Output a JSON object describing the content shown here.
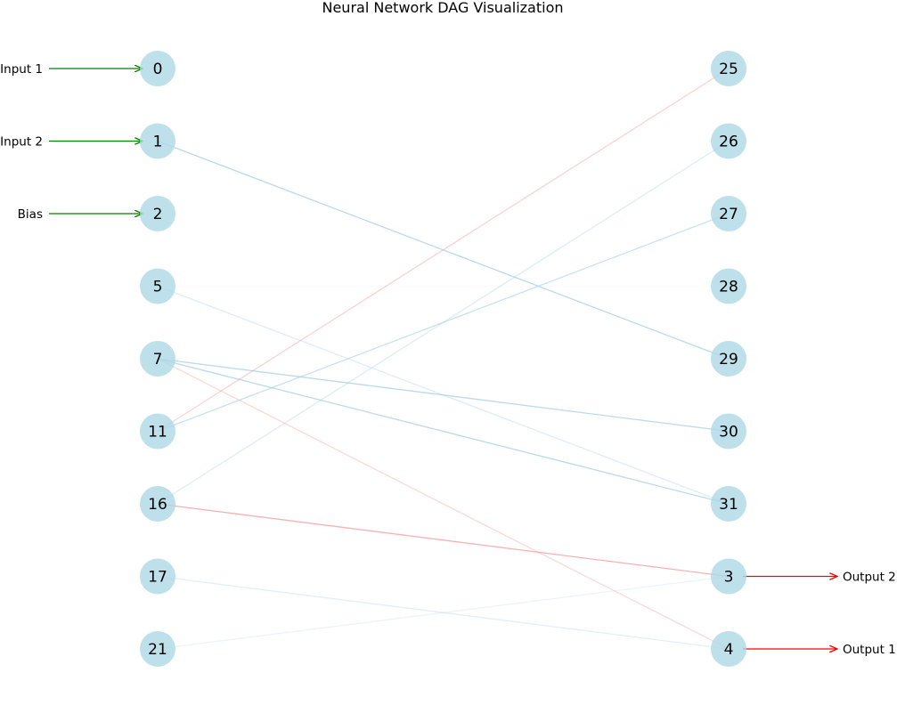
{
  "title": "Neural Network DAG Visualization",
  "colors": {
    "node_fill": "#add8e6",
    "positive_edge": "#9ecae1",
    "negative_edge": "#f08080",
    "input_arrow": "#008000",
    "output_arrow": "#ff0000"
  },
  "left_nodes": [
    "0",
    "1",
    "2",
    "5",
    "7",
    "11",
    "16",
    "17",
    "21"
  ],
  "right_nodes": [
    "25",
    "26",
    "27",
    "28",
    "29",
    "30",
    "31",
    "3",
    "4"
  ],
  "inputs": [
    {
      "label": "Input 1",
      "node": "0"
    },
    {
      "label": "Input 2",
      "node": "1"
    },
    {
      "label": "Bias",
      "node": "2"
    }
  ],
  "outputs": [
    {
      "label": "Output 2",
      "node": "3"
    },
    {
      "label": "Output 1",
      "node": "4"
    }
  ],
  "edges": [
    {
      "from": "1",
      "to": "29",
      "sign": "positive",
      "strength": 0.7
    },
    {
      "from": "5",
      "to": "28",
      "sign": "positive",
      "strength": 0.05
    },
    {
      "from": "5",
      "to": "31",
      "sign": "positive",
      "strength": 0.35
    },
    {
      "from": "7",
      "to": "30",
      "sign": "positive",
      "strength": 0.7
    },
    {
      "from": "7",
      "to": "31",
      "sign": "positive",
      "strength": 0.7
    },
    {
      "from": "7",
      "to": "4",
      "sign": "negative",
      "strength": 0.3
    },
    {
      "from": "11",
      "to": "25",
      "sign": "negative",
      "strength": 0.35
    },
    {
      "from": "11",
      "to": "27",
      "sign": "positive",
      "strength": 0.55
    },
    {
      "from": "16",
      "to": "26",
      "sign": "positive",
      "strength": 0.35
    },
    {
      "from": "16",
      "to": "3",
      "sign": "negative",
      "strength": 0.6
    },
    {
      "from": "17",
      "to": "4",
      "sign": "positive",
      "strength": 0.3
    },
    {
      "from": "21",
      "to": "3",
      "sign": "positive",
      "strength": 0.2
    }
  ]
}
